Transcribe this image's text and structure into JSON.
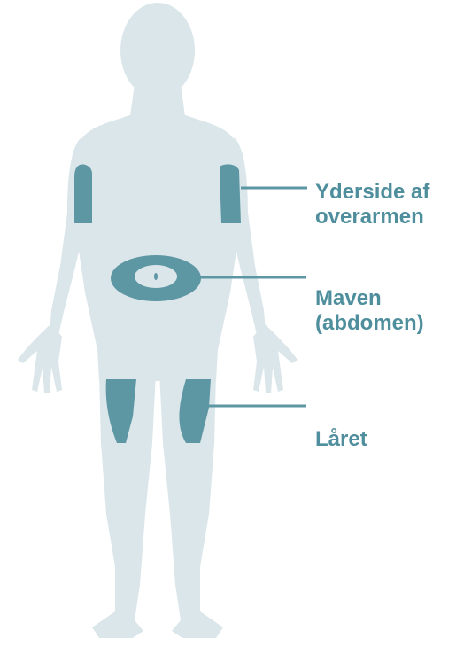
{
  "colors": {
    "body": "#dbe6ea",
    "injection_site": "#5e97a4",
    "label_text": "#4f8e9c",
    "background": "#ffffff"
  },
  "labels": {
    "upper_arm": {
      "line1": "Yderside af",
      "line2": "overarmen"
    },
    "abdomen": {
      "line1": "Maven",
      "line2": "(abdomen)"
    },
    "thigh": {
      "line1": "Låret"
    }
  }
}
